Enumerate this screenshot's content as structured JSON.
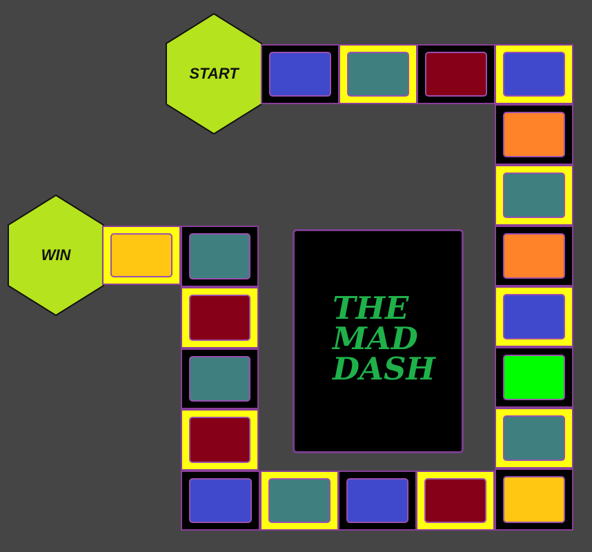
{
  "game": {
    "start_label": "START",
    "win_label": "WIN",
    "title_lines": [
      "THE",
      "MAD",
      "DASH"
    ]
  },
  "colors": {
    "background": "#454545",
    "hex_fill": "#b5e31e",
    "title_text": "#1fb14a",
    "title_card_bg": "#000000",
    "tile_border": "#8a3f9a",
    "frame_black": "#000000",
    "frame_yellow": "#ffff10",
    "blue": "#4048cc",
    "teal": "#3f7f80",
    "maroon": "#860018",
    "orange": "#ff8328",
    "green": "#00ff00",
    "gold": "#ffc612"
  },
  "path": [
    {
      "frame": "black",
      "color": "blue"
    },
    {
      "frame": "yellow",
      "color": "teal"
    },
    {
      "frame": "black",
      "color": "maroon"
    },
    {
      "frame": "yellow",
      "color": "blue"
    },
    {
      "frame": "black",
      "color": "orange"
    },
    {
      "frame": "yellow",
      "color": "teal"
    },
    {
      "frame": "black",
      "color": "orange"
    },
    {
      "frame": "yellow",
      "color": "blue"
    },
    {
      "frame": "black",
      "color": "green"
    },
    {
      "frame": "yellow",
      "color": "teal"
    },
    {
      "frame": "black",
      "color": "gold"
    },
    {
      "frame": "yellow",
      "color": "maroon"
    },
    {
      "frame": "black",
      "color": "blue"
    },
    {
      "frame": "yellow",
      "color": "teal"
    },
    {
      "frame": "black",
      "color": "blue"
    },
    {
      "frame": "yellow",
      "color": "maroon"
    },
    {
      "frame": "black",
      "color": "teal"
    },
    {
      "frame": "yellow",
      "color": "maroon"
    },
    {
      "frame": "black",
      "color": "teal"
    },
    {
      "frame": "yellow",
      "color": "gold"
    }
  ]
}
